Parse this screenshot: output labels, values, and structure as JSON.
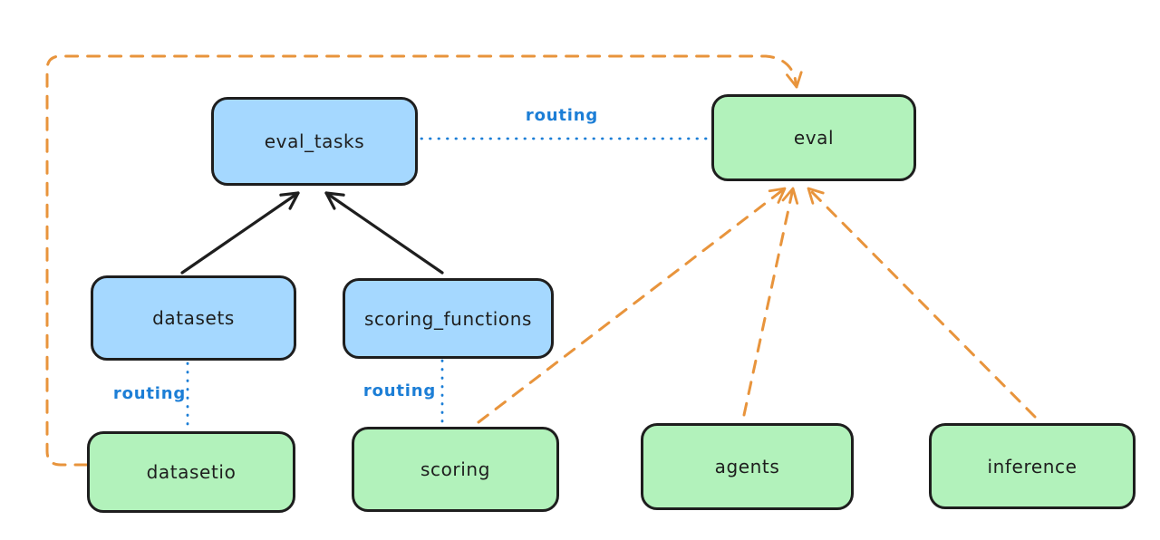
{
  "diagram": {
    "nodes": [
      {
        "id": "eval_tasks",
        "label": "eval_tasks",
        "color": "blue"
      },
      {
        "id": "eval",
        "label": "eval",
        "color": "green"
      },
      {
        "id": "datasets",
        "label": "datasets",
        "color": "blue"
      },
      {
        "id": "scoring_functions",
        "label": "scoring_functions",
        "color": "blue"
      },
      {
        "id": "datasetio",
        "label": "datasetio",
        "color": "green"
      },
      {
        "id": "scoring",
        "label": "scoring",
        "color": "green"
      },
      {
        "id": "agents",
        "label": "agents",
        "color": "green"
      },
      {
        "id": "inference",
        "label": "inference",
        "color": "green"
      }
    ],
    "edge_labels": [
      {
        "id": "routing-eval_tasks-eval",
        "text": "routing"
      },
      {
        "id": "routing-datasets-datasetio",
        "text": "routing"
      },
      {
        "id": "routing-scoring_functions-scoring",
        "text": "routing"
      }
    ],
    "edges": [
      {
        "from": "datasets",
        "to": "eval_tasks",
        "style": "solid",
        "color": "#1e1e1e",
        "arrow": true
      },
      {
        "from": "scoring_functions",
        "to": "eval_tasks",
        "style": "solid",
        "color": "#1e1e1e",
        "arrow": true
      },
      {
        "from": "eval_tasks",
        "to": "eval",
        "style": "dotted",
        "color": "#1c7ed6",
        "label": "routing",
        "arrow": false
      },
      {
        "from": "datasets",
        "to": "datasetio",
        "style": "dotted",
        "color": "#1c7ed6",
        "label": "routing",
        "arrow": false
      },
      {
        "from": "scoring_functions",
        "to": "scoring",
        "style": "dotted",
        "color": "#1c7ed6",
        "label": "routing",
        "arrow": false
      },
      {
        "from": "datasetio",
        "to": "eval",
        "style": "dashed",
        "color": "#e8943c",
        "arrow": true
      },
      {
        "from": "scoring",
        "to": "eval",
        "style": "dashed",
        "color": "#e8943c",
        "arrow": true
      },
      {
        "from": "agents",
        "to": "eval",
        "style": "dashed",
        "color": "#e8943c",
        "arrow": true
      },
      {
        "from": "inference",
        "to": "eval",
        "style": "dashed",
        "color": "#e8943c",
        "arrow": true
      }
    ],
    "colors": {
      "blue_node_fill": "#a5d8ff",
      "green_node_fill": "#b2f2bb",
      "node_stroke": "#1e1e1e",
      "routing_blue": "#1c7ed6",
      "orange_dashed": "#e8943c",
      "background": "#ffffff"
    }
  }
}
